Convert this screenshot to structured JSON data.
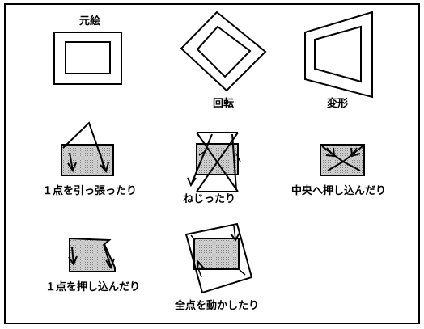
{
  "labels": {
    "original": "元絵",
    "rotate": "回転",
    "deform": "変形",
    "pull_one_point": "１点を引っ張ったり",
    "twist": "ねじったり",
    "push_center": "中央へ押し込んだり",
    "push_one_point": "１点を押し込んだり",
    "move_all_points": "全点を動かしたり"
  },
  "colors": {
    "stroke": "#000000",
    "fill": "#c8c8c8",
    "background": "#ffffff"
  }
}
